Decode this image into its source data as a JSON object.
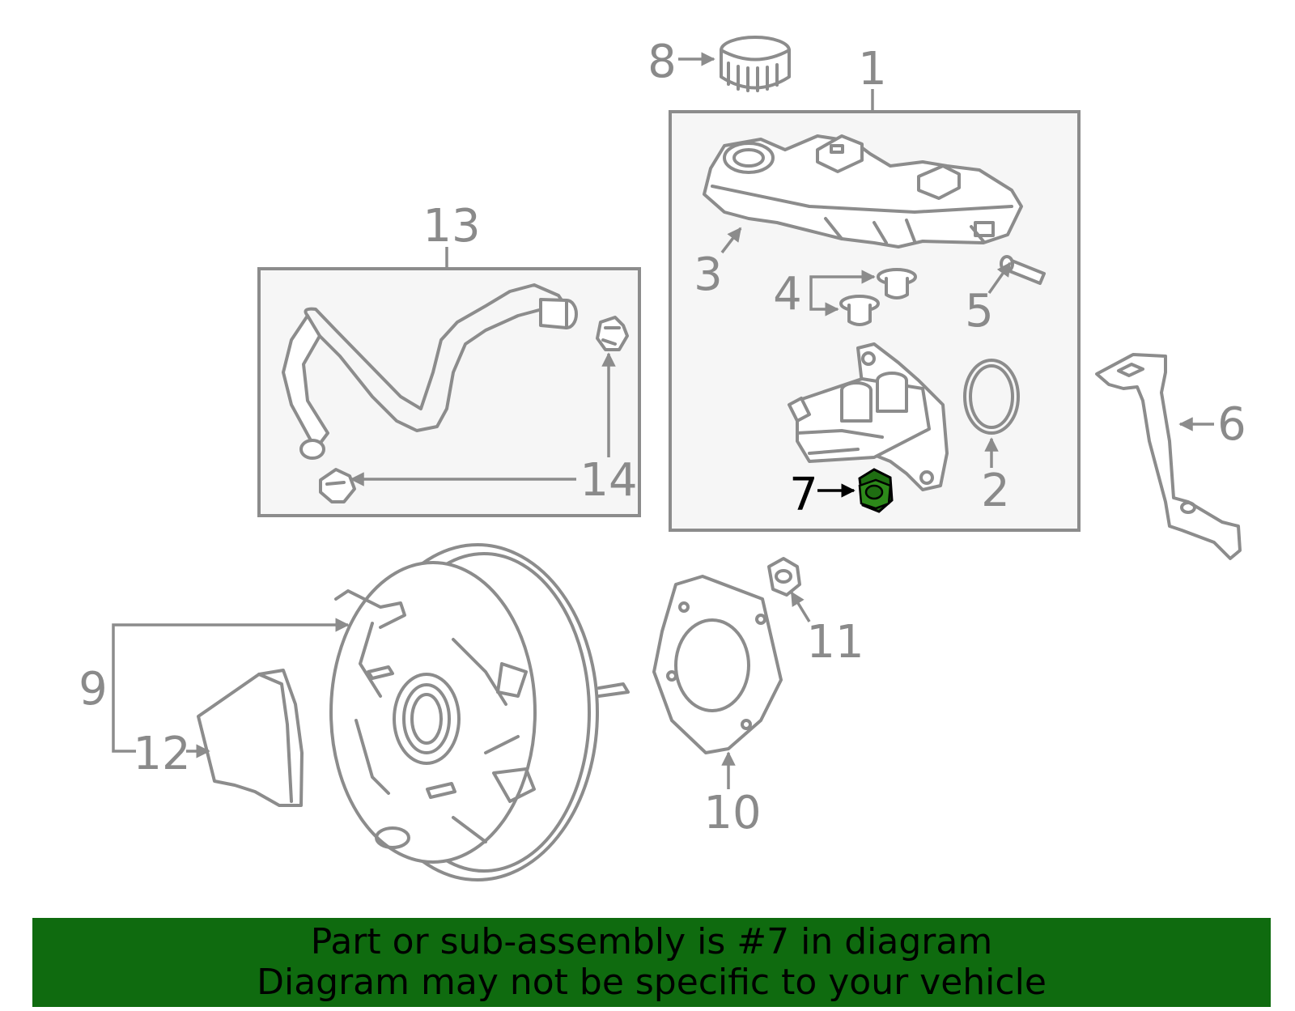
{
  "callouts": {
    "c1": "1",
    "c2": "2",
    "c3": "3",
    "c4": "4",
    "c5": "5",
    "c6": "6",
    "c7": "7",
    "c8": "8",
    "c9": "9",
    "c10": "10",
    "c11": "11",
    "c12": "12",
    "c13": "13",
    "c14": "14"
  },
  "highlighted_part": "7",
  "highlight_color": "#1f6e12",
  "banner": {
    "line1": "Part or sub-assembly is #7 in diagram",
    "line2": "Diagram may not be specific to your vehicle",
    "color": "#0f6b0f"
  }
}
